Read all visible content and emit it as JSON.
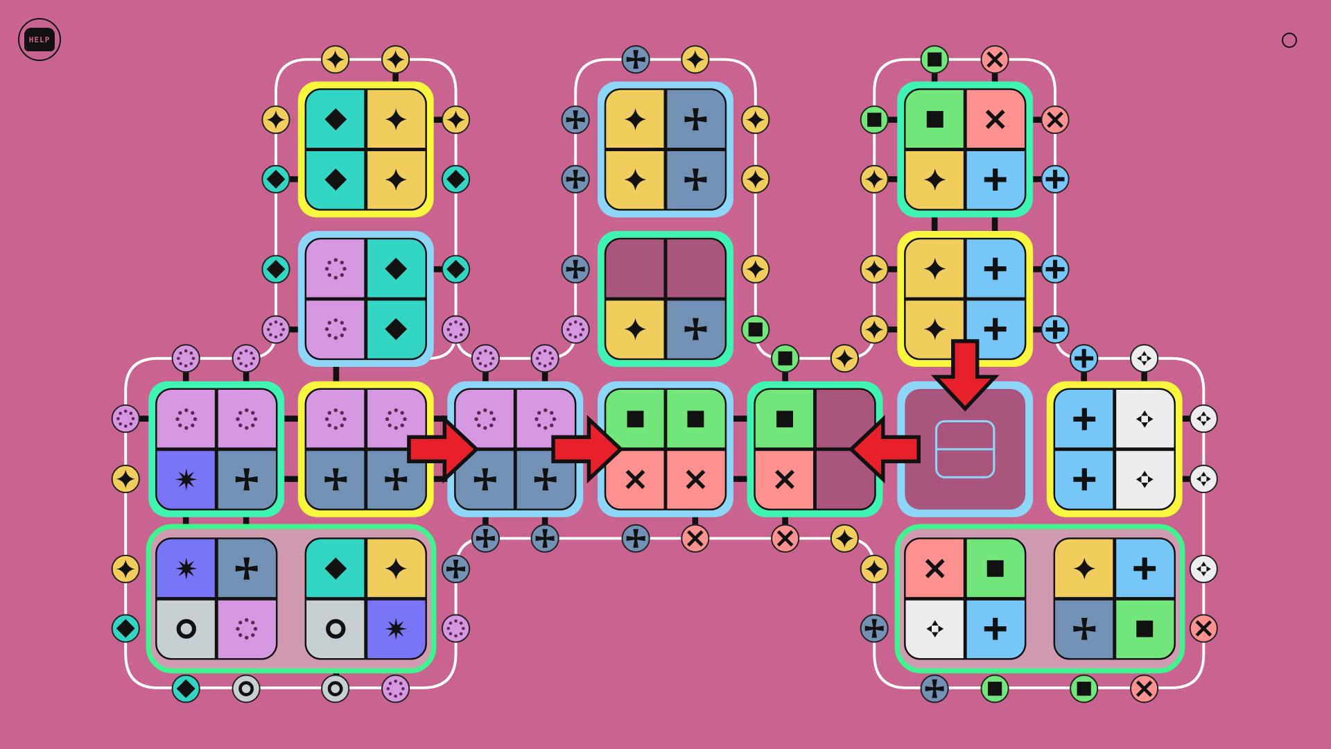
{
  "header": {
    "help_label": "HELP",
    "help_icon": "help-book-icon",
    "menu_icon": "circle-menu-icon"
  },
  "palette": {
    "background": "#c9638f",
    "track": "#ffffff",
    "empty": "#a9557c",
    "teal": "#33d6c2",
    "yellow": "#f0cd5c",
    "slate": "#7390b5",
    "lilac": "#d597e0",
    "green": "#72e67a",
    "salmon": "#fd918f",
    "sky": "#76c6f7",
    "violet": "#7a74f7",
    "gray": "#c7cfd3",
    "white": "#ededed",
    "frame_yellow": "#f7f53d",
    "frame_sky": "#8dd6f7",
    "frame_mint": "#3ff4b2",
    "frame_green": "#3ff48f",
    "arrow_red": "#e8202a"
  },
  "symbols": {
    "teal": "diamond",
    "yellow": "four-point-star",
    "slate": "cross-pattee",
    "lilac": "dotted-ring",
    "green": "square",
    "salmon": "x-mark",
    "sky": "plus",
    "violet": "starburst",
    "gray": "ring",
    "white": "four-triangles"
  },
  "tiles": [
    {
      "id": "t1",
      "frame": "frame_yellow",
      "cells": [
        "teal",
        "yellow",
        "teal",
        "yellow"
      ]
    },
    {
      "id": "t2",
      "frame": "frame_sky",
      "cells": [
        "lilac",
        "teal",
        "lilac",
        "teal"
      ]
    },
    {
      "id": "t3",
      "frame": "frame_sky",
      "cells": [
        "yellow",
        "slate",
        "yellow",
        "slate"
      ]
    },
    {
      "id": "t4",
      "frame": "frame_mint",
      "cells": [
        "empty",
        "empty",
        "yellow",
        "slate"
      ]
    },
    {
      "id": "t5",
      "frame": "frame_mint",
      "cells": [
        "green",
        "salmon",
        "yellow",
        "sky"
      ]
    },
    {
      "id": "t6",
      "frame": "frame_yellow",
      "cells": [
        "yellow",
        "sky",
        "yellow",
        "sky"
      ]
    },
    {
      "id": "t7",
      "frame": "frame_mint",
      "cells": [
        "lilac",
        "lilac",
        "violet",
        "slate"
      ]
    },
    {
      "id": "t8",
      "frame": "frame_yellow",
      "cells": [
        "lilac",
        "lilac",
        "slate",
        "slate"
      ]
    },
    {
      "id": "t9",
      "frame": "frame_sky",
      "cells": [
        "lilac",
        "lilac",
        "slate",
        "slate"
      ]
    },
    {
      "id": "t10",
      "frame": "frame_sky",
      "cells": [
        "green",
        "green",
        "salmon",
        "salmon"
      ]
    },
    {
      "id": "t11",
      "frame": "frame_mint",
      "cells": [
        "green",
        "empty",
        "salmon",
        "empty"
      ]
    },
    {
      "id": "t12",
      "frame": "frame_sky",
      "cells": [],
      "empty_slot": true
    },
    {
      "id": "t13",
      "frame": "frame_yellow",
      "cells": [
        "sky",
        "white",
        "sky",
        "white"
      ]
    },
    {
      "id": "t14",
      "frame": "tray",
      "cells": [
        "violet",
        "slate",
        "gray",
        "lilac"
      ]
    },
    {
      "id": "t15",
      "frame": "tray",
      "cells": [
        "teal",
        "yellow",
        "gray",
        "violet"
      ]
    },
    {
      "id": "t16",
      "frame": "tray",
      "cells": [
        "salmon",
        "green",
        "white",
        "sky"
      ]
    },
    {
      "id": "t17",
      "frame": "tray",
      "cells": [
        "yellow",
        "sky",
        "slate",
        "green"
      ]
    }
  ],
  "pegs": [
    {
      "c": "yellow"
    },
    {
      "c": "yellow"
    },
    {
      "c": "yellow"
    },
    {
      "c": "yellow"
    },
    {
      "c": "teal"
    },
    {
      "c": "teal"
    },
    {
      "c": "teal"
    },
    {
      "c": "teal"
    },
    {
      "c": "lilac"
    },
    {
      "c": "lilac"
    },
    {
      "c": "slate"
    },
    {
      "c": "yellow"
    },
    {
      "c": "slate"
    },
    {
      "c": "yellow"
    },
    {
      "c": "slate"
    },
    {
      "c": "yellow"
    },
    {
      "c": "slate"
    },
    {
      "c": "yellow"
    },
    {
      "c": "lilac"
    },
    {
      "c": "green"
    },
    {
      "c": "green"
    },
    {
      "c": "salmon"
    },
    {
      "c": "green"
    },
    {
      "c": "salmon"
    },
    {
      "c": "yellow"
    },
    {
      "c": "sky"
    },
    {
      "c": "yellow"
    },
    {
      "c": "sky"
    },
    {
      "c": "yellow"
    },
    {
      "c": "sky"
    },
    {
      "c": "yellow"
    },
    {
      "c": "sky"
    },
    {
      "c": "lilac"
    },
    {
      "c": "lilac"
    },
    {
      "c": "lilac"
    },
    {
      "c": "yellow"
    },
    {
      "c": "lilac"
    },
    {
      "c": "lilac"
    },
    {
      "c": "green"
    },
    {
      "c": "yellow"
    },
    {
      "c": "sky"
    },
    {
      "c": "white"
    },
    {
      "c": "white"
    },
    {
      "c": "white"
    },
    {
      "c": "yellow"
    },
    {
      "c": "teal"
    },
    {
      "c": "teal"
    },
    {
      "c": "gray"
    },
    {
      "c": "gray"
    },
    {
      "c": "lilac"
    },
    {
      "c": "slate"
    },
    {
      "c": "lilac"
    },
    {
      "c": "slate"
    },
    {
      "c": "slate"
    },
    {
      "c": "slate"
    },
    {
      "c": "salmon"
    },
    {
      "c": "salmon"
    },
    {
      "c": "yellow"
    },
    {
      "c": "yellow"
    },
    {
      "c": "slate"
    },
    {
      "c": "slate"
    },
    {
      "c": "green"
    },
    {
      "c": "green"
    },
    {
      "c": "salmon"
    },
    {
      "c": "white"
    },
    {
      "c": "salmon"
    }
  ],
  "arrows": [
    {
      "dir": "right"
    },
    {
      "dir": "right"
    },
    {
      "dir": "left"
    },
    {
      "dir": "down"
    }
  ]
}
